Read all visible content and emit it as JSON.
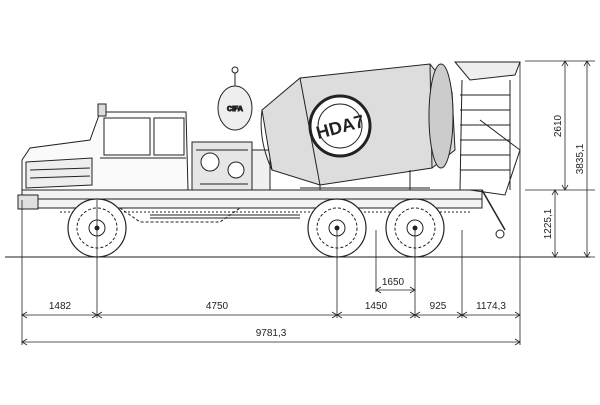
{
  "logo": {
    "mixer_badge": "HDA7",
    "tank_badge": "CIFA"
  },
  "dimensions": {
    "front_overhang": "1482",
    "wheelbase_front": "4750",
    "rear_axle_spacing": "1450",
    "rear_to_drum_end": "925",
    "rear_overhang": "1174,3",
    "rear_axles_span": "1650",
    "overall_length": "9781,3",
    "mixer_height": "2610",
    "overall_height": "3835,1",
    "chassis_height": "1225,1"
  },
  "colors": {
    "line": "#222222",
    "fill_light": "#eeeeee",
    "fill_drum": "#dddddd"
  }
}
